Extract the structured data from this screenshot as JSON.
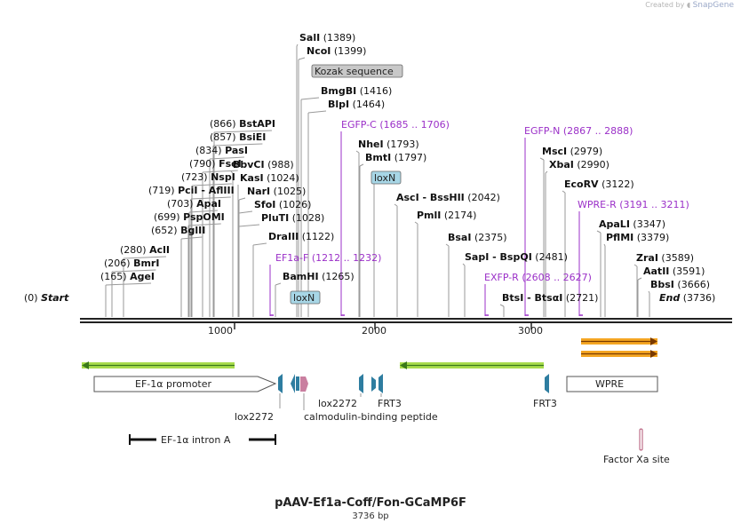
{
  "credit": {
    "prefix": "Created by",
    "brand": "SnapGene"
  },
  "plasmid": {
    "name": "pAAV-Ef1a-Coff/Fon-GCaMP6F",
    "length_label": "3736 bp"
  },
  "ruler": {
    "ticks": [
      "1000",
      "2000",
      "3000"
    ]
  },
  "enzymes": [
    {
      "name": "SalI",
      "pos": "(1389)",
      "side": "r"
    },
    {
      "name": "NcoI",
      "pos": "(1399)",
      "side": "r"
    },
    {
      "name": "BmgBI",
      "pos": "(1416)",
      "side": "r"
    },
    {
      "name": "BlpI",
      "pos": "(1464)",
      "side": "r"
    },
    {
      "name": "NheI",
      "pos": "(1793)",
      "side": "r"
    },
    {
      "name": "BmtI",
      "pos": "(1797)",
      "side": "r"
    },
    {
      "name": "AscI - BssHII",
      "pos": "(2042)",
      "side": "r"
    },
    {
      "name": "PmlI",
      "pos": "(2174)",
      "side": "r"
    },
    {
      "name": "BsaI",
      "pos": "(2375)",
      "side": "r"
    },
    {
      "name": "SapI - BspQI",
      "pos": "(2481)",
      "side": "r"
    },
    {
      "name": "BtsI - BtsαI",
      "pos": "(2721)",
      "side": "r"
    },
    {
      "name": "MscI",
      "pos": "(2979)",
      "side": "r"
    },
    {
      "name": "XbaI",
      "pos": "(2990)",
      "side": "r"
    },
    {
      "name": "EcoRV",
      "pos": "(3122)",
      "side": "r"
    },
    {
      "name": "ApaLI",
      "pos": "(3347)",
      "side": "r"
    },
    {
      "name": "PflMI",
      "pos": "(3379)",
      "side": "r"
    },
    {
      "name": "ZraI",
      "pos": "(3589)",
      "side": "r"
    },
    {
      "name": "AatII",
      "pos": "(3591)",
      "side": "r"
    },
    {
      "name": "BbsI",
      "pos": "(3666)",
      "side": "r"
    },
    {
      "name": "BstAPI",
      "pos": "(866)",
      "side": "l"
    },
    {
      "name": "BsiEI",
      "pos": "(857)",
      "side": "l"
    },
    {
      "name": "PasI",
      "pos": "(834)",
      "side": "l"
    },
    {
      "name": "FseI",
      "pos": "(790)",
      "side": "l"
    },
    {
      "name": "NspI",
      "pos": "(723)",
      "side": "l"
    },
    {
      "name": "PciI - AflIII",
      "pos": "(719)",
      "side": "l"
    },
    {
      "name": "ApaI",
      "pos": "(703)",
      "side": "l"
    },
    {
      "name": "PspOMI",
      "pos": "(699)",
      "side": "l"
    },
    {
      "name": "BglII",
      "pos": "(652)",
      "side": "l"
    },
    {
      "name": "AclI",
      "pos": "(280)",
      "side": "l"
    },
    {
      "name": "BmrI",
      "pos": "(206)",
      "side": "l"
    },
    {
      "name": "AgeI",
      "pos": "(165)",
      "side": "l"
    },
    {
      "name": "BbvCI",
      "pos": "(988)",
      "side": "r"
    },
    {
      "name": "KasI",
      "pos": "(1024)",
      "side": "r"
    },
    {
      "name": "NarI",
      "pos": "(1025)",
      "side": "r"
    },
    {
      "name": "SfoI",
      "pos": "(1026)",
      "side": "r"
    },
    {
      "name": "PluTI",
      "pos": "(1028)",
      "side": "r"
    },
    {
      "name": "DraIII",
      "pos": "(1122)",
      "side": "r"
    },
    {
      "name": "BamHI",
      "pos": "(1265)",
      "side": "r"
    }
  ],
  "primers": [
    {
      "name": "EGFP-C",
      "range": "(1685 .. 1706)"
    },
    {
      "name": "EF1a-F",
      "range": "(1212 .. 1232)"
    },
    {
      "name": "EXFP-R",
      "range": "(2608 .. 2627)"
    },
    {
      "name": "EGFP-N",
      "range": "(2867 .. 2888)"
    },
    {
      "name": "WPRE-R",
      "range": "(3191 .. 3211)"
    }
  ],
  "markers": {
    "start": {
      "pos": "(0)",
      "label": "Start"
    },
    "end": {
      "label": "End",
      "pos": "(3736)"
    }
  },
  "boxed_labels": [
    "Kozak sequence",
    "loxN",
    "loxN"
  ],
  "features": {
    "ef1a_promoter": "EF-1α promoter",
    "wpre": "WPRE",
    "lox2272_a": "lox2272",
    "lox2272_b": "lox2272",
    "frt3_a": "FRT3",
    "frt3_b": "FRT3",
    "cbp": "calmodulin-binding peptide",
    "intron": "EF-1α intron A",
    "factor_xa": "Factor Xa site"
  },
  "colors": {
    "primer": "#9b30c8",
    "orf_green": "#a8dc4c",
    "orf_orange": "#f5a623",
    "lox_fill": "#2e7da0",
    "cbp_fill": "#c97fa0",
    "box_gray": "#c8c8c8",
    "box_blue": "#a7d6e6"
  }
}
